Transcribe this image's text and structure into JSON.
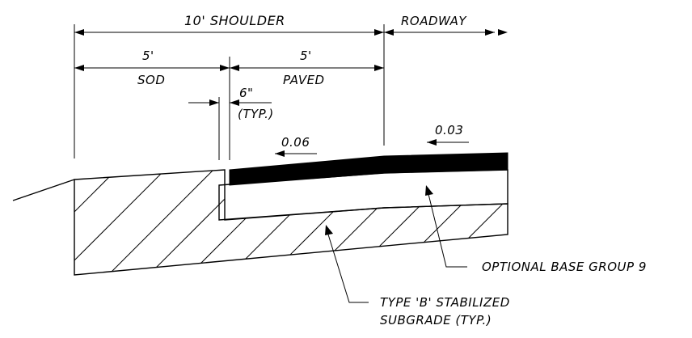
{
  "labels": {
    "shoulder_width": "10' SHOULDER",
    "roadway": "ROADWAY",
    "sod_width": "5'",
    "sod": "SOD",
    "paved_width": "5'",
    "paved": "PAVED",
    "gap_width": "6\"",
    "gap_note": "(TYP.)",
    "slope_shoulder": "0.06",
    "slope_roadway": "0.03",
    "base_callout": "OPTIONAL BASE GROUP 9",
    "subgrade_callout_line1": "TYPE 'B' STABILIZED",
    "subgrade_callout_line2": "SUBGRADE (TYP.)"
  },
  "colors": {
    "ink": "#000000",
    "paper": "#ffffff"
  }
}
